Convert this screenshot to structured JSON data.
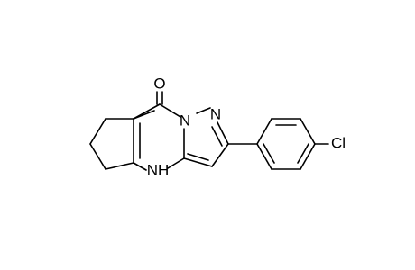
{
  "molecule": {
    "atoms": {
      "oxygen": "O",
      "n_bridge": "N",
      "n_ring": "N",
      "nh": "NH",
      "chlorine": "Cl"
    },
    "line_color": "#000000",
    "background": "#ffffff"
  }
}
